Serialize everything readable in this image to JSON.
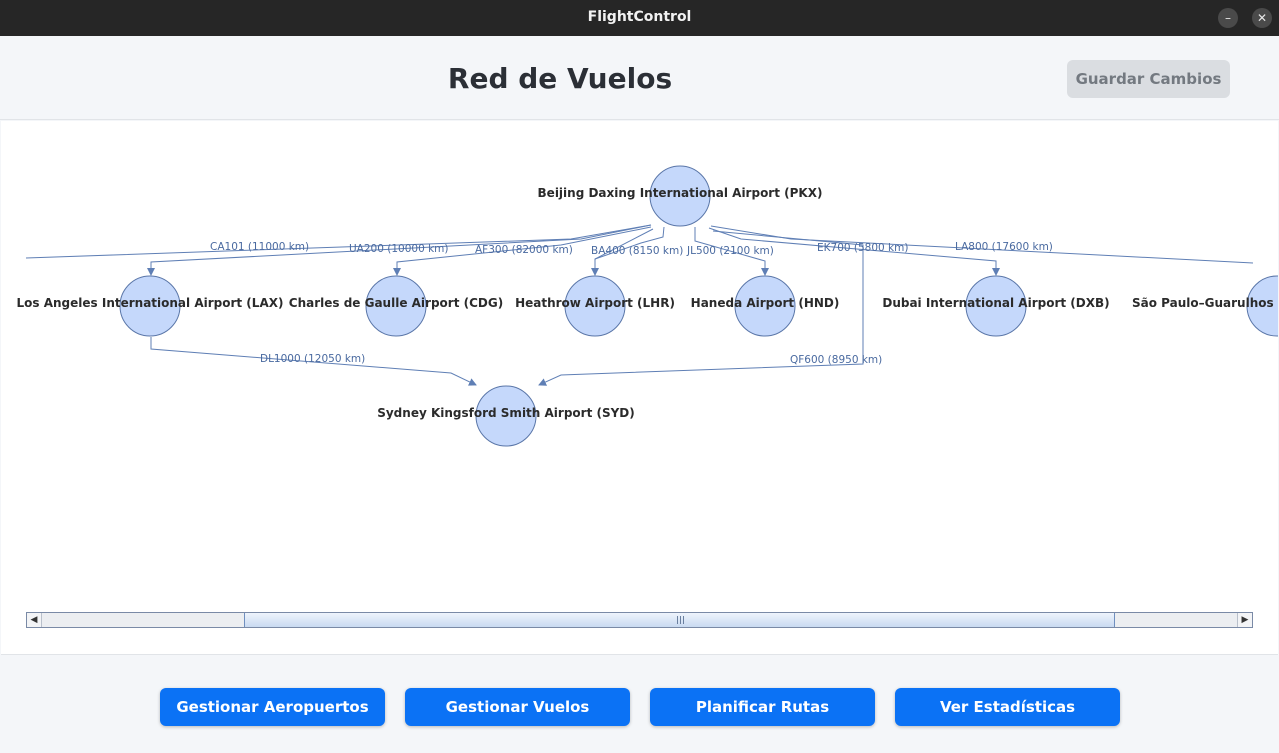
{
  "window": {
    "title": "FlightControl",
    "minimize_glyph": "–",
    "close_glyph": "✕"
  },
  "header": {
    "title": "Red de Vuelos",
    "save_label": "Guardar Cambios"
  },
  "graph": {
    "airports": {
      "pkx": "Beijing Daxing International Airport (PKX)",
      "lax": "Los Angeles International Airport (LAX)",
      "cdg": "Charles de Gaulle Airport (CDG)",
      "lhr": "Heathrow Airport (LHR)",
      "hnd": "Haneda Airport (HND)",
      "dxb": "Dubai International Airport (DXB)",
      "gru": "São Paulo–Guarulhos",
      "syd": "Sydney Kingsford Smith Airport (SYD)"
    },
    "flights": {
      "ca101": "CA101 (11000 km)",
      "ua200": "UA200 (10000 km)",
      "af300": "AF300 (82000 km)",
      "ba400": "BA400 (8150 km)",
      "jl500": "JL500 (2100 km)",
      "ek700": "EK700 (5800 km)",
      "la800": "LA800 (17600 km)",
      "dl1000": "DL1000 (12050 km)",
      "qf600": "QF600 (8950 km)"
    }
  },
  "scrollbar": {
    "left_glyph": "◀",
    "right_glyph": "▶"
  },
  "footer": {
    "buttons": [
      {
        "label": "Gestionar Aeropuertos"
      },
      {
        "label": "Gestionar Vuelos"
      },
      {
        "label": "Planificar Rutas"
      },
      {
        "label": "Ver Estadísticas"
      }
    ]
  },
  "colors": {
    "accent": "#0b72f5",
    "node_fill": "#c5d8fb",
    "edge": "#5f7fb5"
  }
}
